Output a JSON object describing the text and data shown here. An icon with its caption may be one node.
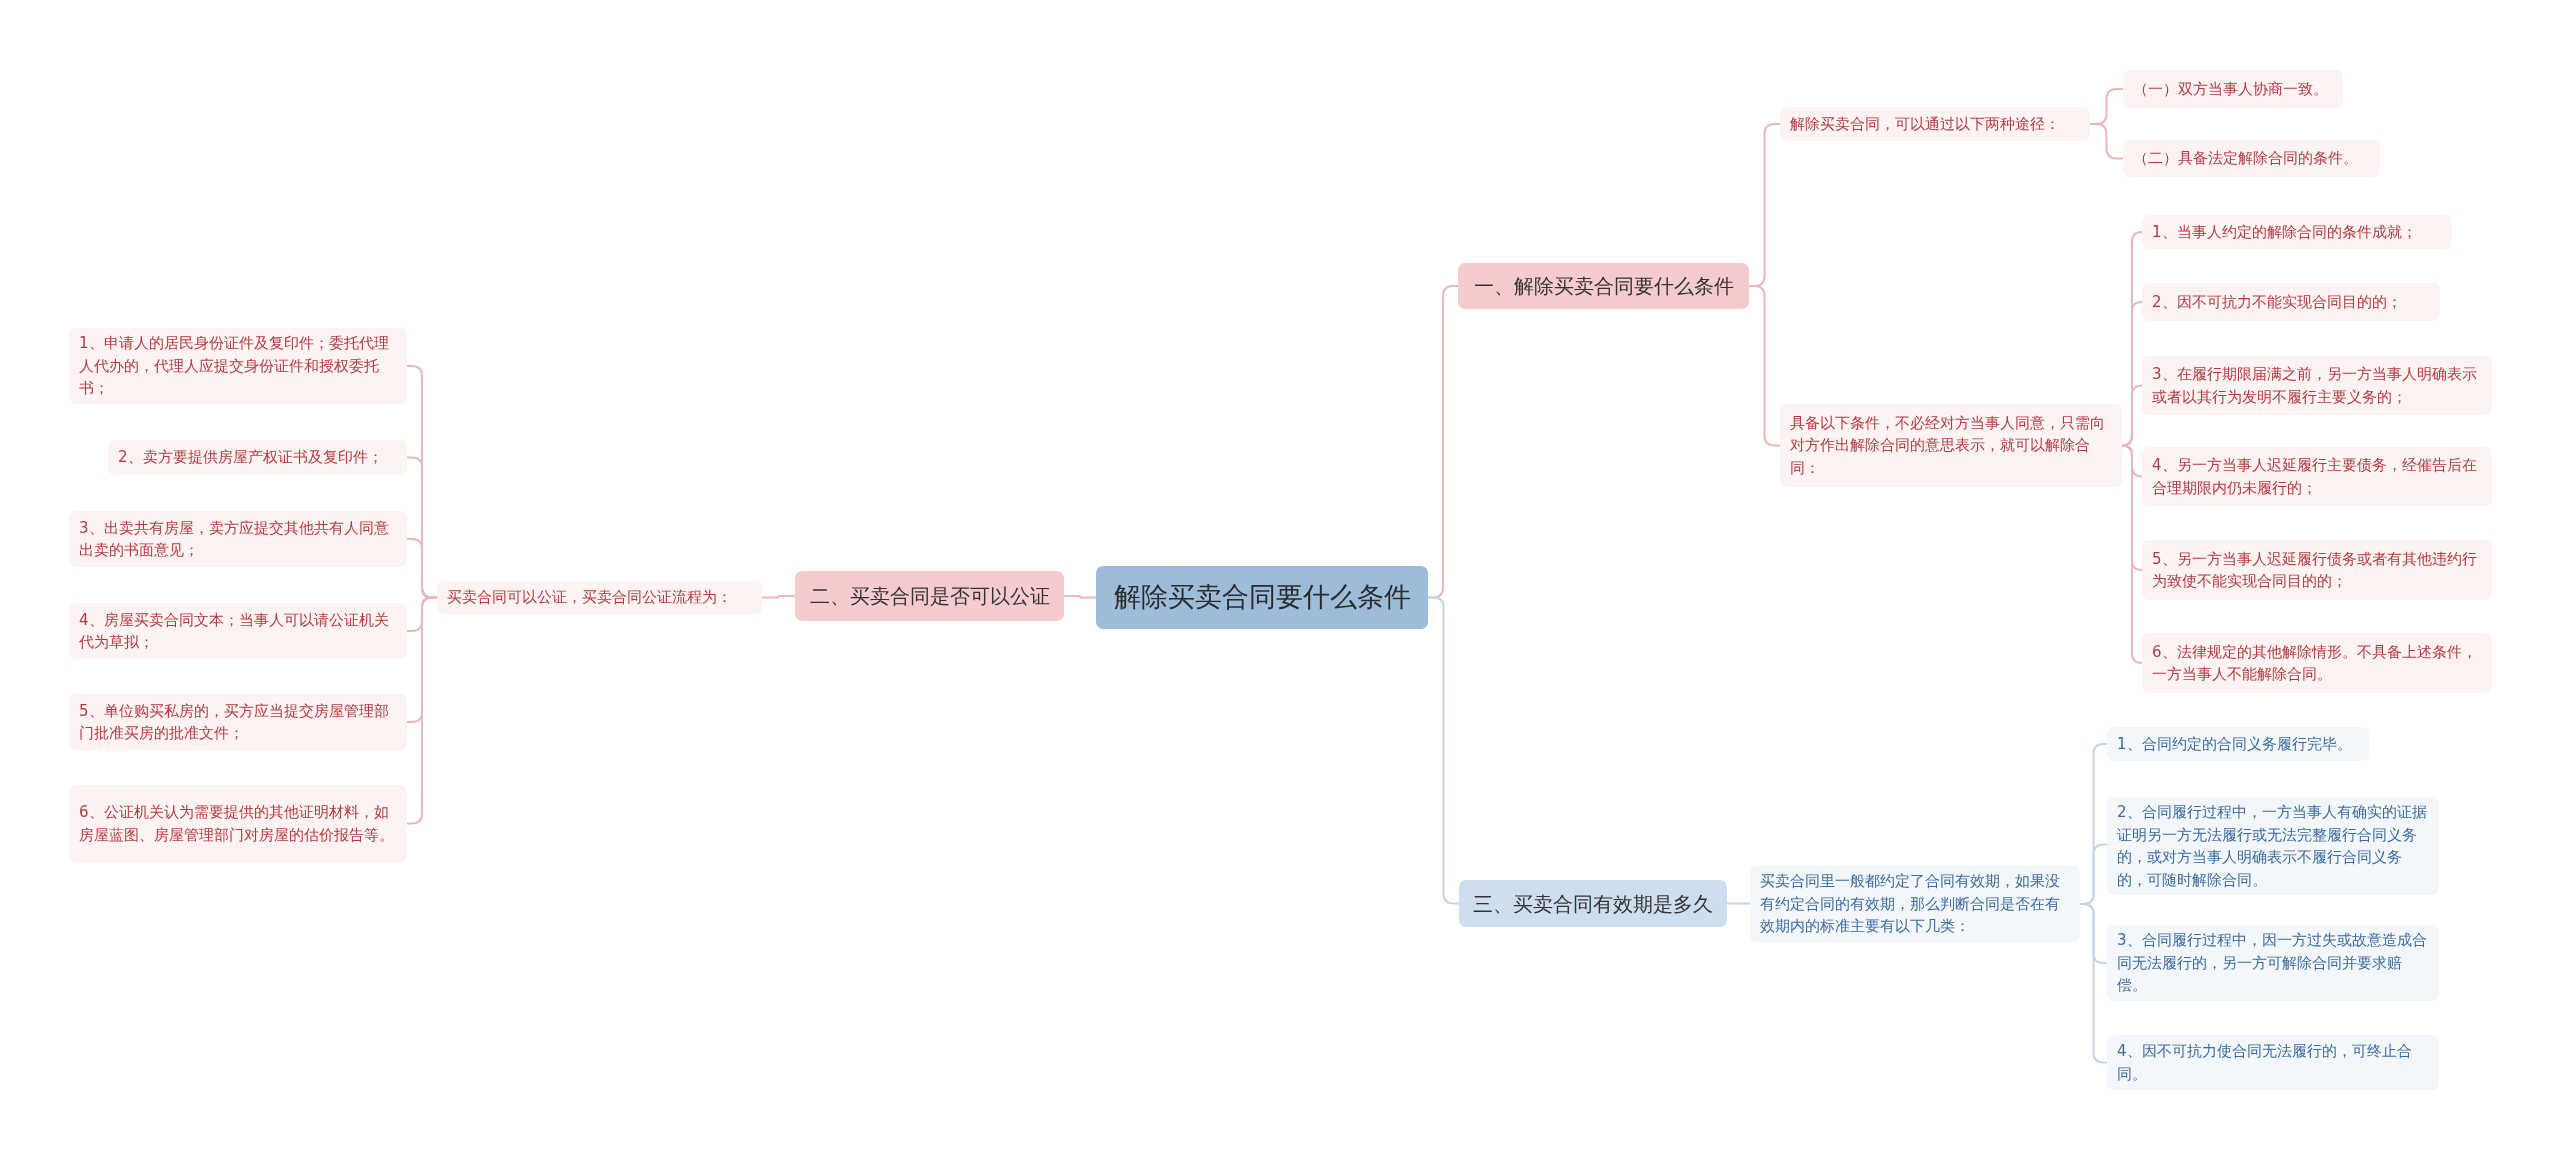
{
  "diagram": {
    "nodes": [
      {
        "text": [
          "解除买卖合同要什么条件"
        ]
      },
      {
        "text": [
          "一、解除买卖合同要什么条件"
        ]
      },
      {
        "text": [
          "解除买卖合同，可以通过以下两种途径："
        ]
      },
      {
        "text": [
          "（一）双方当事人协商一致。"
        ]
      },
      {
        "text": [
          "（二）具备法定解除合同的条件。"
        ]
      },
      {
        "text": [
          "具备以下条件，不必经对方当事人同意，只需向对方作出解除合同的意思表示，就可以解除合同："
        ]
      },
      {
        "text": [
          "1、当事人约定的解除合同的条件成就；"
        ]
      },
      {
        "text": [
          "2、因不可抗力不能实现合同目的的；"
        ]
      },
      {
        "text": [
          "3、在履行期限届满之前，另一方当事人明确表示或者以其行为发明不履行主要义务的；"
        ]
      },
      {
        "text": [
          "4、另一方当事人迟延履行主要债务，经催告后在合理期限内仍未履行的；"
        ]
      },
      {
        "text": [
          "5、另一方当事人迟延履行债务或者有其他违约行为致使不能实现合同目的的；"
        ]
      },
      {
        "text": [
          "6、法律规定的其他解除情形。不具备上述条件，一方当事人不能解除合同。"
        ]
      },
      {
        "text": [
          "二、买卖合同是否可以公证"
        ]
      },
      {
        "text": [
          "买卖合同可以公证，买卖合同公证流程为："
        ]
      },
      {
        "text": [
          "1、申请人的居民身份证件及复印件；委托代理人代办的，代理人应提交身份证件和授权委托书；"
        ]
      },
      {
        "text": [
          "2、卖方要提供房屋产权证书及复印件；"
        ]
      },
      {
        "text": [
          "3、出卖共有房屋，卖方应提交其他共有人同意出卖的书面意见；"
        ]
      },
      {
        "text": [
          "4、房屋买卖合同文本；当事人可以请公证机关代为草拟；"
        ]
      },
      {
        "text": [
          "5、单位购买私房的，买方应当提交房屋管理部门批准买房的批准文件；"
        ]
      },
      {
        "text": [
          "6、公证机关认为需要提供的其他证明材料，如房屋蓝图、房屋管理部门对房屋的估价报告等。"
        ]
      },
      {
        "text": [
          "三、买卖合同有效期是多久"
        ]
      },
      {
        "text": [
          "买卖合同里一般都约定了合同有效期，如果没有约定合同的有效期，那么判断合同是否在有效期内的标准主要有以下几类："
        ]
      },
      {
        "text": [
          "1、合同约定的合同义务履行完毕。"
        ]
      },
      {
        "text": [
          "2、合同履行过程中，一方当事人有确实的证据证明另一方无法履行或无法完整履行合同义务的，或对方当事人明确表示不履行合同义务的，可随时解除合同。"
        ]
      },
      {
        "text": [
          "3、合同履行过程中，因一方过失或故意造成合同无法履行的，另一方可解除合同并要求赔偿。"
        ]
      },
      {
        "text": [
          "4、因不可抗力使合同无法履行的，可终止合同。"
        ]
      }
    ],
    "edges": [
      {
        "from": 0,
        "to": 1,
        "arrow": "none"
      },
      {
        "from": 1,
        "to": 2,
        "arrow": "none"
      },
      {
        "from": 2,
        "to": 3,
        "arrow": "none"
      },
      {
        "from": 2,
        "to": 4,
        "arrow": "none"
      },
      {
        "from": 1,
        "to": 5,
        "arrow": "none"
      },
      {
        "from": 5,
        "to": 6,
        "arrow": "none"
      },
      {
        "from": 5,
        "to": 7,
        "arrow": "none"
      },
      {
        "from": 5,
        "to": 8,
        "arrow": "none"
      },
      {
        "from": 5,
        "to": 9,
        "arrow": "none"
      },
      {
        "from": 5,
        "to": 10,
        "arrow": "none"
      },
      {
        "from": 5,
        "to": 11,
        "arrow": "none"
      },
      {
        "from": 0,
        "to": 12,
        "arrow": "none"
      },
      {
        "from": 12,
        "to": 13,
        "arrow": "none"
      },
      {
        "from": 13,
        "to": 14,
        "arrow": "none"
      },
      {
        "from": 13,
        "to": 15,
        "arrow": "none"
      },
      {
        "from": 13,
        "to": 16,
        "arrow": "none"
      },
      {
        "from": 13,
        "to": 17,
        "arrow": "none"
      },
      {
        "from": 13,
        "to": 18,
        "arrow": "none"
      },
      {
        "from": 13,
        "to": 19,
        "arrow": "none"
      },
      {
        "from": 0,
        "to": 20,
        "arrow": "none",
        "color": "#c4d5e6"
      },
      {
        "from": 20,
        "to": 21,
        "arrow": "none",
        "color": "#c4d5e6"
      },
      {
        "from": 21,
        "to": 22,
        "arrow": "none",
        "color": "#c4d5e6"
      },
      {
        "from": 21,
        "to": 23,
        "arrow": "none",
        "color": "#c4d5e6"
      },
      {
        "from": 21,
        "to": 24,
        "arrow": "none",
        "color": "#c4d5e6"
      },
      {
        "from": 21,
        "to": 25,
        "arrow": "none",
        "color": "#c4d5e6"
      }
    ]
  }
}
